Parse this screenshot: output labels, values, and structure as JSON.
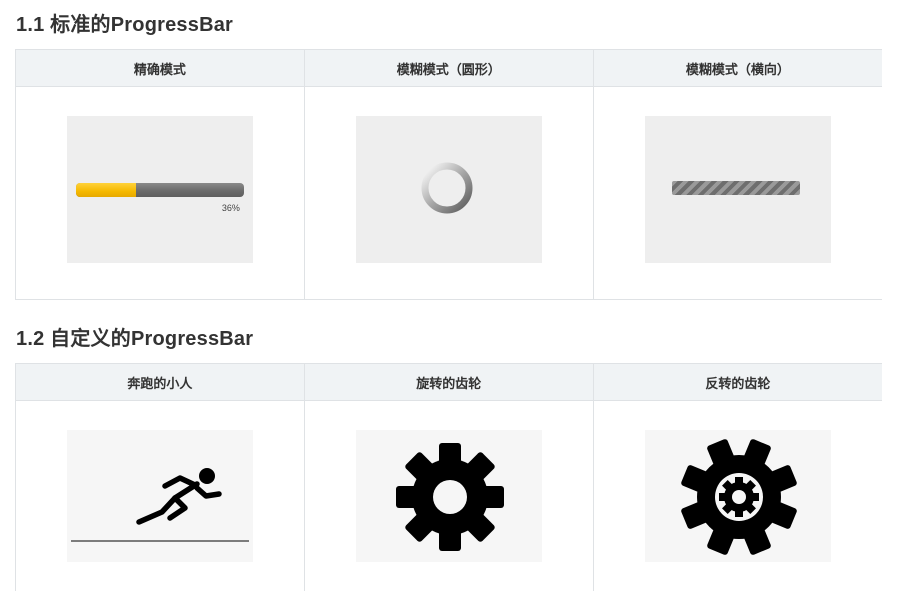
{
  "sections": [
    {
      "title": "1.1 标准的ProgressBar",
      "columns": [
        {
          "header": "精确模式",
          "demo": {
            "kind": "determinate-bar",
            "progress": 0.36,
            "label": "36%",
            "colors": {
              "fill": "#f5b800",
              "track": "#6b6b6b"
            }
          }
        },
        {
          "header": "模糊模式（圆形）",
          "demo": {
            "kind": "indeterminate-circle",
            "icon": "spinner-ring-icon"
          }
        },
        {
          "header": "模糊模式（横向）",
          "demo": {
            "kind": "indeterminate-horizontal",
            "icon": "striped-bar-icon"
          }
        }
      ]
    },
    {
      "title": "1.2 自定义的ProgressBar",
      "columns": [
        {
          "header": "奔跑的小人",
          "demo": {
            "kind": "animation",
            "icon": "running-man-icon"
          }
        },
        {
          "header": "旋转的齿轮",
          "demo": {
            "kind": "animation",
            "icon": "gear-icon"
          }
        },
        {
          "header": "反转的齿轮",
          "demo": {
            "kind": "animation",
            "icon": "reverse-gear-icon"
          }
        }
      ]
    }
  ]
}
